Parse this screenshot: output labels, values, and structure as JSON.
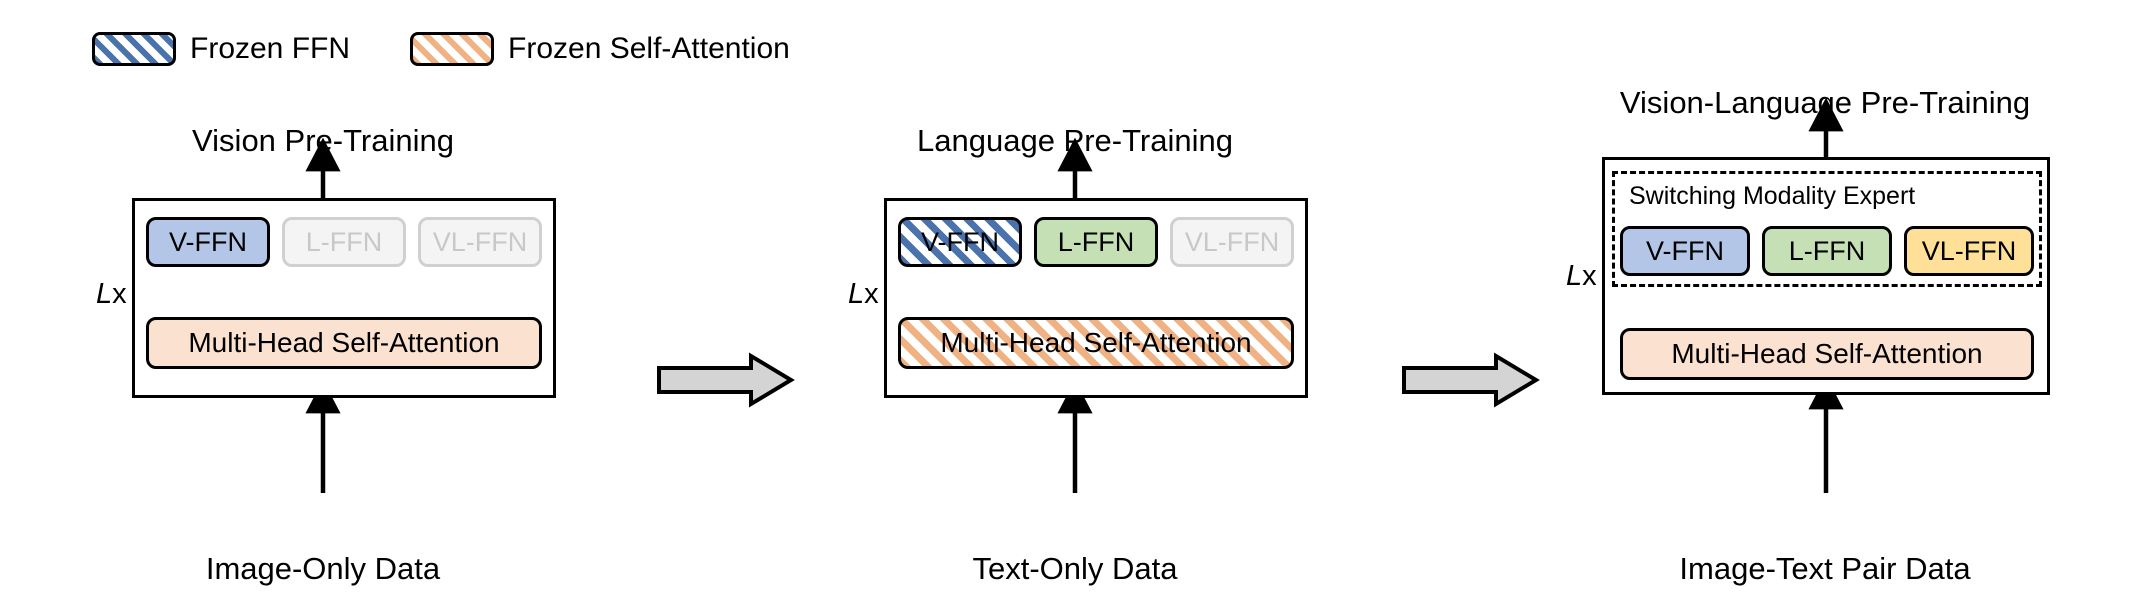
{
  "legend": {
    "items": [
      {
        "label": "Frozen FFN",
        "pattern": "hatch-blue",
        "color": "#4a72ad"
      },
      {
        "label": "Frozen Self-Attention",
        "pattern": "hatch-orange",
        "color": "#f0b183"
      }
    ]
  },
  "panels": [
    {
      "id": "panel-1",
      "title": "Vision Pre-Training",
      "caption": "Image-Only Data",
      "layers_label": {
        "prefix": "L",
        "suffix": "x"
      },
      "ffn": [
        {
          "label": "V-FFN",
          "state": "active-vision",
          "color": "#b4c6e7"
        },
        {
          "label": "L-FFN",
          "state": "inactive",
          "color": "#f4f4f4"
        },
        {
          "label": "VL-FFN",
          "state": "inactive",
          "color": "#f4f4f4"
        }
      ],
      "attention": {
        "label": "Multi-Head Self-Attention",
        "state": "trainable",
        "color": "#fbe1d0"
      }
    },
    {
      "id": "panel-2",
      "title": "Language Pre-Training",
      "caption": "Text-Only Data",
      "layers_label": {
        "prefix": "L",
        "suffix": "x"
      },
      "ffn": [
        {
          "label": "V-FFN",
          "state": "frozen",
          "color": "#4a72ad"
        },
        {
          "label": "L-FFN",
          "state": "active-language",
          "color": "#c5e0b4"
        },
        {
          "label": "VL-FFN",
          "state": "inactive",
          "color": "#f4f4f4"
        }
      ],
      "attention": {
        "label": "Multi-Head Self-Attention",
        "state": "frozen",
        "color": "#f0b183"
      }
    },
    {
      "id": "panel-3",
      "title": "Vision-Language Pre-Training",
      "caption": "Image-Text Pair Data",
      "layers_label": {
        "prefix": "L",
        "suffix": "x"
      },
      "expert_group_title": "Switching Modality Expert",
      "ffn": [
        {
          "label": "V-FFN",
          "state": "active-vision",
          "color": "#b4c6e7"
        },
        {
          "label": "L-FFN",
          "state": "active-language",
          "color": "#c5e0b4"
        },
        {
          "label": "VL-FFN",
          "state": "active-vl",
          "color": "#ffe099"
        }
      ],
      "attention": {
        "label": "Multi-Head Self-Attention",
        "state": "trainable",
        "color": "#fbe1d0"
      }
    }
  ],
  "transitions": [
    {
      "name": "stage-1-to-2",
      "color": "#d4d4d4"
    },
    {
      "name": "stage-2-to-3",
      "color": "#d4d4d4"
    }
  ]
}
